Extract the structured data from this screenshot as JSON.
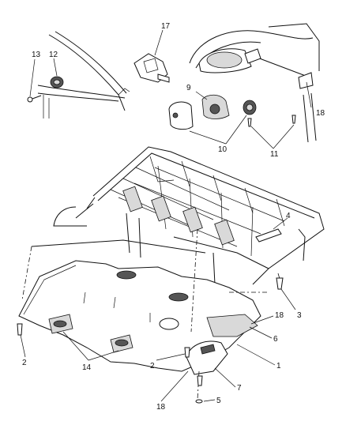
{
  "callouts": {
    "c1": "1",
    "c2a": "2",
    "c2b": "2",
    "c3": "3",
    "c4": "4",
    "c5": "5",
    "c6": "6",
    "c7": "7",
    "c9": "9",
    "c10": "10",
    "c11": "11",
    "c12": "12",
    "c13": "13",
    "c14": "14",
    "c17": "17",
    "c18a": "18",
    "c18b": "18",
    "c18c": "18"
  }
}
